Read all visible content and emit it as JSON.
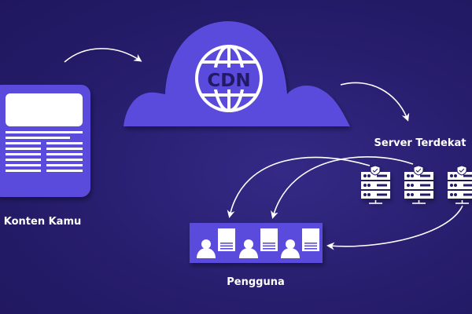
{
  "labels": {
    "content": "Konten Kamu",
    "cdn": "CDN",
    "servers": "Server Terdekat",
    "users": "Pengguna"
  },
  "colors": {
    "background": "#261d6c",
    "accent": "#5a4bdc",
    "dark_text": "#231a66",
    "white": "#ffffff"
  },
  "icons": [
    "document-icon",
    "cloud-icon",
    "globe-icon",
    "server-icon",
    "shield-check-icon",
    "user-icon",
    "arrow-icon"
  ]
}
